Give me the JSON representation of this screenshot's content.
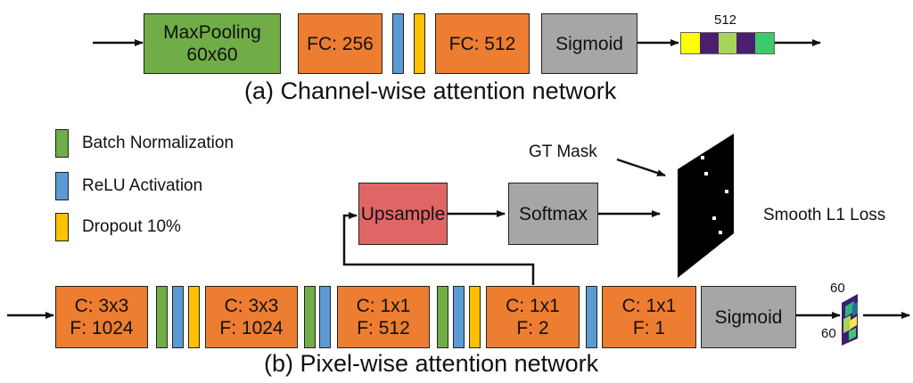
{
  "channel": {
    "caption": "(a) Channel-wise attention network",
    "maxpool": [
      "MaxPooling",
      "60x60"
    ],
    "fc1": "FC: 256",
    "fc2": "FC: 512",
    "sigmoid": "Sigmoid",
    "vector_label": "512",
    "vector_colors": [
      "#ffff00",
      "#4b1f6f",
      "#a9d45b",
      "#4b1f6f",
      "#3ec96b"
    ]
  },
  "pixel": {
    "caption": "(b) Pixel-wise attention network",
    "conv1": [
      "C: 3x3",
      "F: 1024"
    ],
    "conv2": [
      "C: 3x3",
      "F: 1024"
    ],
    "conv3": [
      "C: 1x1",
      "F: 512"
    ],
    "conv4": [
      "C: 1x1",
      "F: 2"
    ],
    "conv5": [
      "C: 1x1",
      "F: 1"
    ],
    "sigmoid": "Sigmoid",
    "upsample": "Upsample",
    "softmax": "Softmax",
    "gt_mask": "GT Mask",
    "loss": "Smooth L1 Loss",
    "map_width_label": "60",
    "map_height_label": "60"
  },
  "legend": {
    "batch_norm": "Batch Normalization",
    "relu": "ReLU Activation",
    "dropout": "Dropout 10%"
  },
  "colors": {
    "conv": "#ed7d31",
    "pool": "#70ad47",
    "sigmoid": "#a6a6a6",
    "upsample": "#e06666",
    "batch_norm": "#70ad47",
    "relu": "#5b9bd5",
    "dropout": "#ffc000"
  }
}
